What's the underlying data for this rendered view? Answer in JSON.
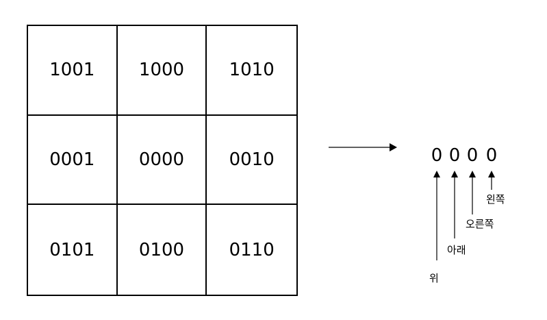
{
  "grid": {
    "rows": [
      [
        "1001",
        "1000",
        "1010"
      ],
      [
        "0001",
        "0000",
        "0010"
      ],
      [
        "0101",
        "0100",
        "0110"
      ]
    ]
  },
  "code": {
    "bits": [
      "0",
      "0",
      "0",
      "0"
    ],
    "labels": {
      "up": "위",
      "down": "아래",
      "right": "오른쪽",
      "left": "왼쪽"
    }
  }
}
